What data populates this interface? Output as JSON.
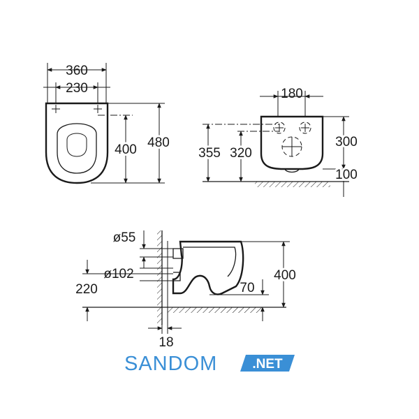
{
  "top_view": {
    "width_outer": "360",
    "width_holes": "230",
    "depth_holes": "400",
    "depth_total": "480"
  },
  "front_view": {
    "hole_spacing": "180",
    "height_inlet": "355",
    "height_outlet_center": "320",
    "height_bowl": "300",
    "height_bottom": "100"
  },
  "side_view": {
    "inlet_diameter": "ø55",
    "outlet_diameter": "ø102",
    "outlet_height": "220",
    "floor_clearance": "70",
    "height_total": "400",
    "wall_thickness": "18"
  },
  "brand": {
    "name": "SANDOM",
    "suffix": ".NET",
    "text_color": "#3a8fd6",
    "badge_color": "#3a8fd6"
  }
}
